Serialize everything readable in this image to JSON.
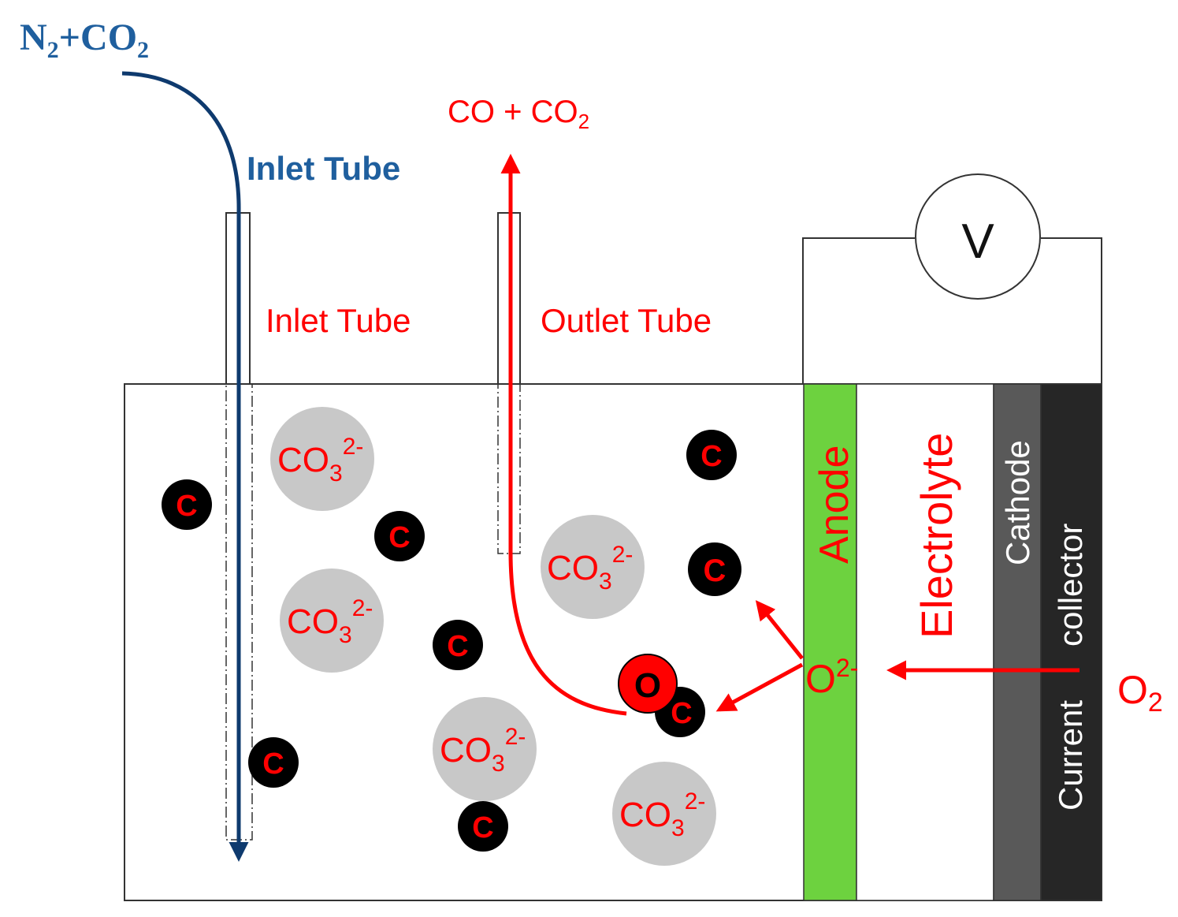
{
  "feed_gas": {
    "main": "N",
    "sub1": "2",
    "plus": "+CO",
    "sub2": "2"
  },
  "product_gas": {
    "main": "CO + CO",
    "sub": "2"
  },
  "labels": {
    "inlet_tube_top": "Inlet Tube",
    "inlet_tube": "Inlet Tube",
    "outlet_tube": "Outlet Tube",
    "voltmeter": "V",
    "anode": "Anode",
    "electrolyte": "Electrolyte",
    "cathode": "Cathode",
    "current_collector_1": "Current",
    "current_collector_2": "collector",
    "oxide_ion": {
      "main": "O",
      "sup": "2-"
    },
    "oxygen": {
      "main": "O",
      "sub": "2"
    },
    "oxygen_atom": "O"
  },
  "carbonate": {
    "main": "CO",
    "sub": "3",
    "sup": "2-"
  },
  "carbon_label": "C",
  "colors": {
    "inlet_blue": "#0e3a6e",
    "inlet_text_blue": "#1f5f9e",
    "reaction_red": "#ff0000",
    "anode_green": "#6dd23f",
    "cathode_gray": "#595959",
    "collector_dark": "#262626",
    "carbonate_gray": "#c8c8c8"
  }
}
